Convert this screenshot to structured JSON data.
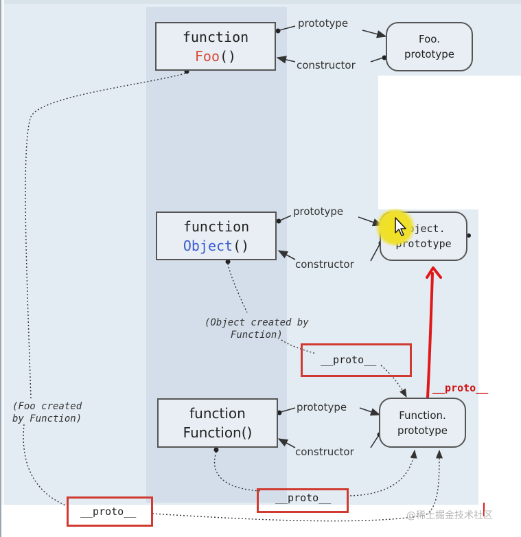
{
  "nodes": {
    "foo_fn": {
      "line1": "function",
      "line2": "Foo",
      "line2_suffix": "()",
      "name_color": "#d94a3a"
    },
    "object_fn": {
      "line1": "function",
      "line2": "Object",
      "line2_suffix": "()",
      "name_color": "#3a5bd0"
    },
    "function_fn": {
      "line1": "function",
      "line2": "Function()"
    },
    "foo_proto": {
      "line1": "Foo.",
      "line2": "prototype"
    },
    "object_proto": {
      "line1": "Object.",
      "line2": "prototype"
    },
    "function_proto": {
      "line1": "Function.",
      "line2": "prototype"
    }
  },
  "edges": {
    "foo_prototype": "prototype",
    "foo_constructor": "constructor",
    "object_prototype": "prototype",
    "object_constructor": "constructor",
    "function_prototype": "prototype",
    "function_constructor": "constructor"
  },
  "notes": {
    "object_created": "(Object created by\nFunction)",
    "foo_created": "(Foo created\nby Function)"
  },
  "proto_tags": {
    "object_proto_tag": "__proto__",
    "function_proto_tag": "__proto__",
    "foo_proto_tag": "__proto__"
  },
  "annotations": {
    "red_proto_label": "__proto__"
  },
  "watermark": "@稀土掘金技术社区",
  "colors": {
    "highlight_red": "#d03a30",
    "cursor_highlight": "#f2e21b"
  }
}
